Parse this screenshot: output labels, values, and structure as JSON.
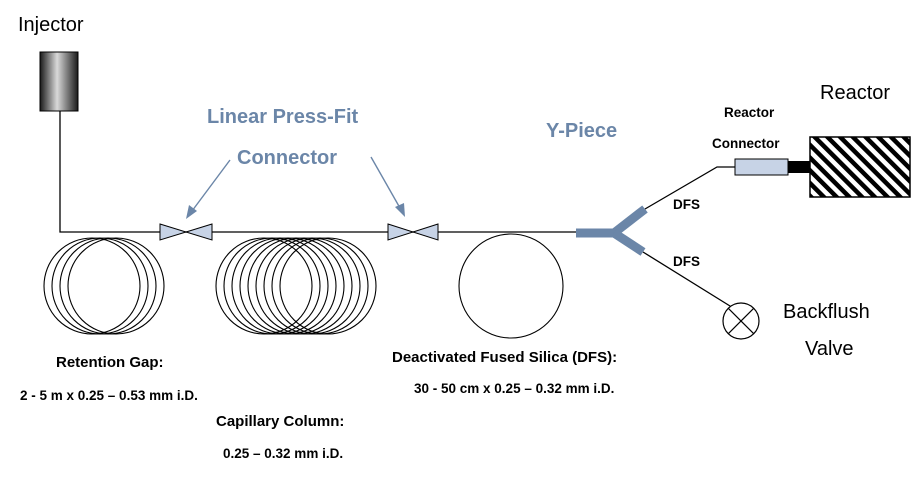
{
  "labels": {
    "injector": "Injector",
    "reactor": "Reactor",
    "linear_press_fit_line1": "Linear Press-Fit",
    "linear_press_fit_line2": "Connector",
    "y_piece": "Y-Piece",
    "reactor_connector_line1": "Reactor",
    "reactor_connector_line2": "Connector",
    "dfs_upper": "DFS",
    "dfs_lower": "DFS",
    "backflush_line1": "Backflush",
    "backflush_line2": "Valve",
    "retention_gap_title": "Retention Gap:",
    "retention_gap_spec": "2 - 5 m x 0.25 – 0.53 mm i.D.",
    "capillary_column_title": "Capillary Column:",
    "capillary_column_spec": "0.25 – 0.32 mm i.D.",
    "dfs_title": "Deactivated Fused Silica (DFS):",
    "dfs_spec": "30 - 50 cm x 0.25 – 0.32 mm i.D."
  },
  "colors": {
    "accent_blue": "#6b86a8",
    "connector_fill": "#c7d3e6",
    "injector_dark": "#2b2b2b",
    "injector_light": "#cfcfcf"
  }
}
